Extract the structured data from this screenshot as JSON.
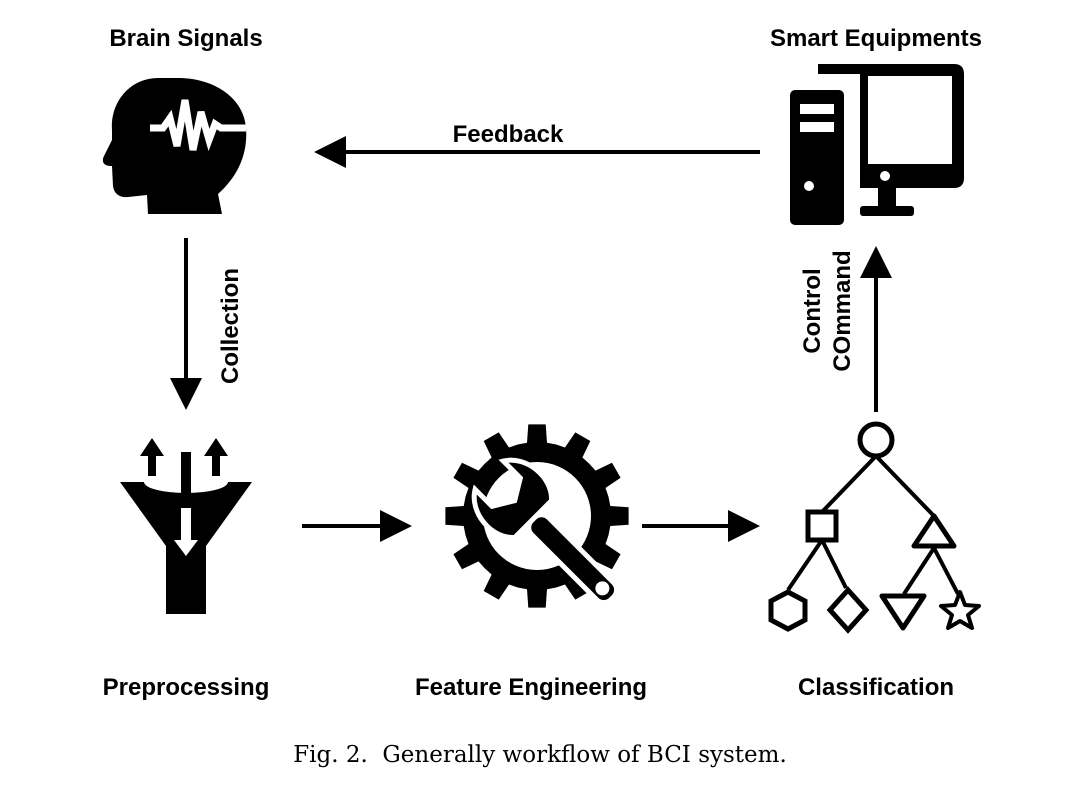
{
  "nodes": {
    "brain_signals": {
      "label": "Brain Signals",
      "icon": "head-brainwave-icon"
    },
    "smart_equipments": {
      "label": "Smart Equipments",
      "icon": "desktop-computer-icon"
    },
    "preprocessing": {
      "label": "Preprocessing",
      "icon": "funnel-filter-icon"
    },
    "feature_engineering": {
      "label": "Feature Engineering",
      "icon": "gear-wrench-icon"
    },
    "classification": {
      "label": "Classification",
      "icon": "decision-tree-icon"
    }
  },
  "edges": {
    "feedback": {
      "label": "Feedback",
      "from": "Smart Equipments",
      "to": "Brain Signals"
    },
    "collection": {
      "label": "Collection",
      "from": "Brain Signals",
      "to": "Preprocessing"
    },
    "control_line1": "Control",
    "control_line2": "COmmand",
    "pre_to_feat": {
      "from": "Preprocessing",
      "to": "Feature Engineering"
    },
    "feat_to_cls": {
      "from": "Feature Engineering",
      "to": "Classification"
    }
  },
  "caption": "Fig. 2.  Generally workflow of BCI system.",
  "colors": {
    "ink": "#000000",
    "background": "#ffffff"
  }
}
